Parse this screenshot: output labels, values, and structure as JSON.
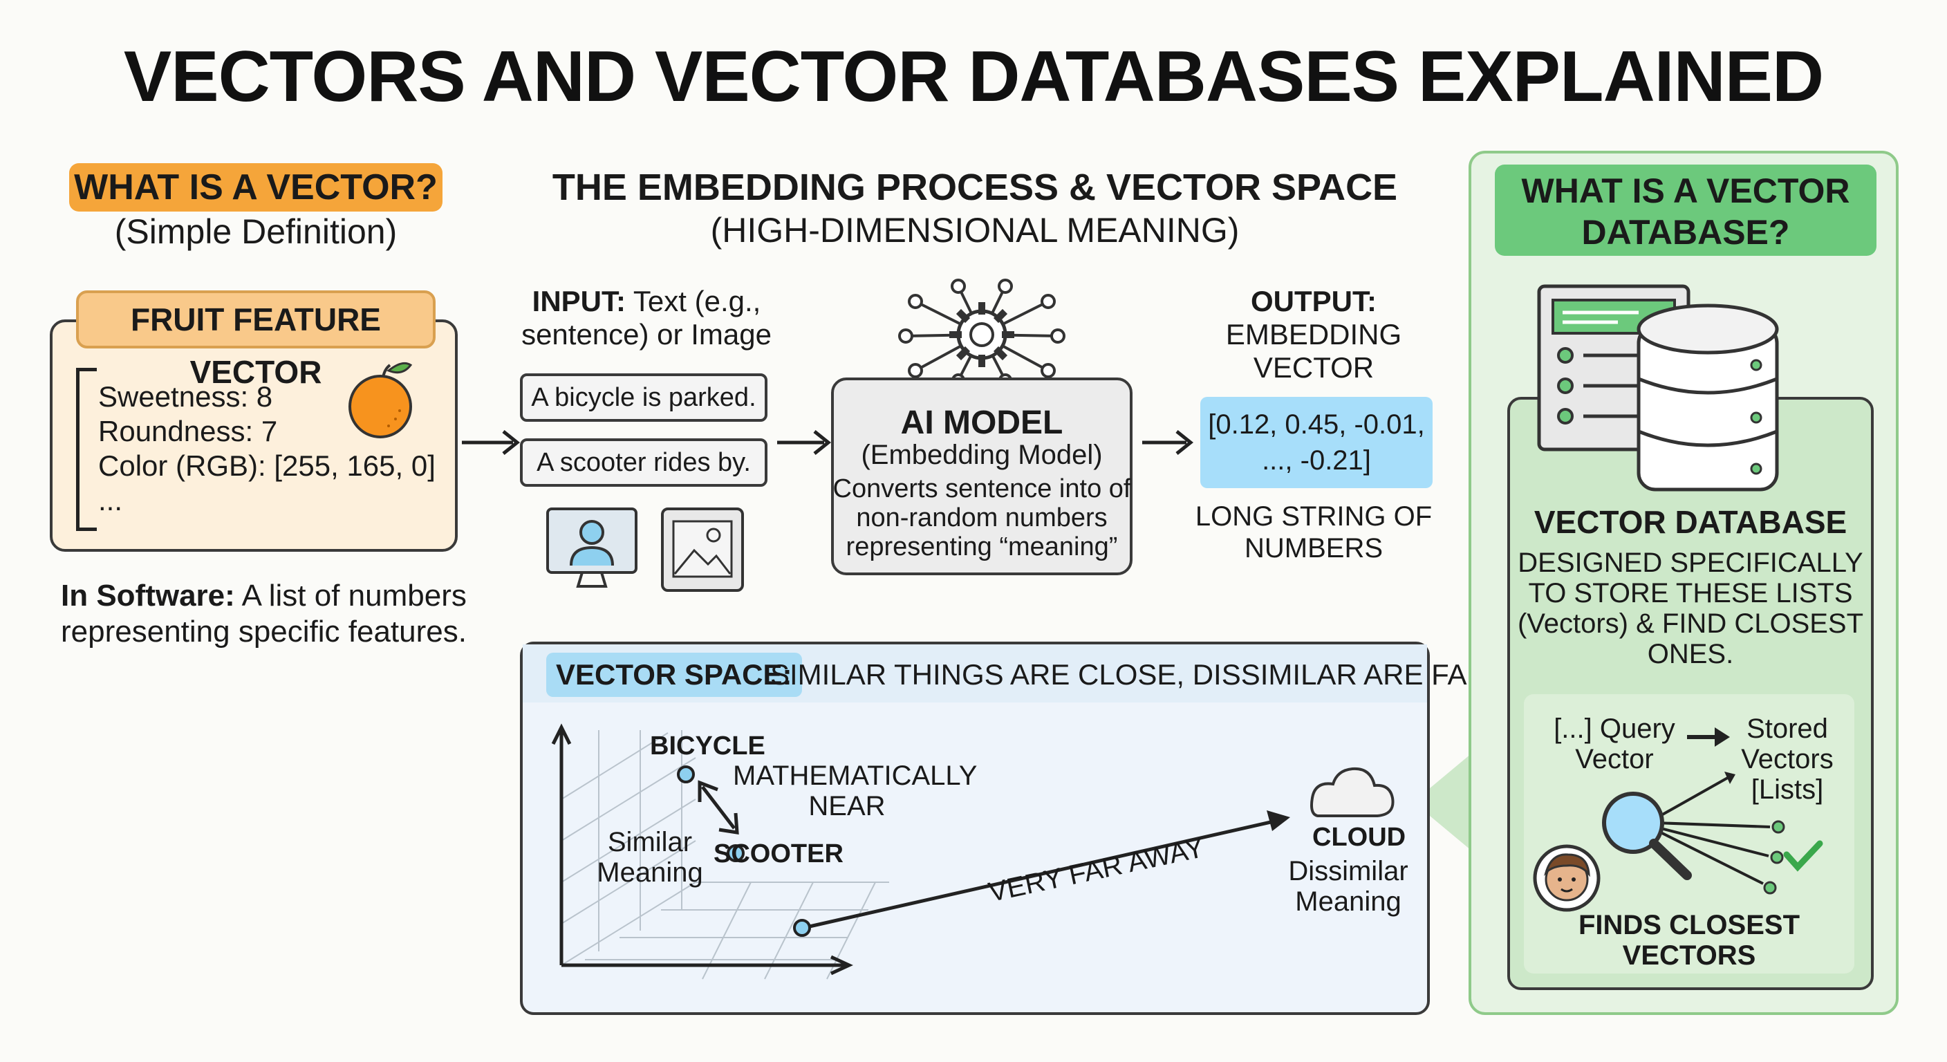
{
  "title": "VECTORS AND VECTOR DATABASES EXPLAINED",
  "vector_section": {
    "heading": "WHAT IS A VECTOR?",
    "subheading": "(Simple Definition)",
    "card_title": "FRUIT FEATURE VECTOR",
    "features": [
      "Sweetness: 8",
      "Roundness: 7",
      "Color (RGB): [255, 165, 0]",
      "..."
    ],
    "note_bold": "In Software:",
    "note_text": " A list of numbers representing specific features."
  },
  "embedding_section": {
    "heading": "THE EMBEDDING PROCESS & VECTOR SPACE",
    "subheading": "(HIGH-DIMENSIONAL MEANING)",
    "input_bold": "INPUT:",
    "input_text": " Text (e.g., sentence) or Image",
    "sentences": [
      "A bicycle is parked.",
      "A scooter rides by."
    ],
    "model_title": "AI MODEL",
    "model_subtitle": "(Embedding Model)",
    "model_desc": "Converts sentence into of non-random numbers representing “meaning”",
    "output_bold": "OUTPUT:",
    "output_text": "EMBEDDING VECTOR",
    "embedding_values": "[0.12, 0.45, -0.01, ..., -0.21]",
    "output_note": "LONG STRING OF NUMBERS"
  },
  "vector_space": {
    "label": "VECTOR SPACE:",
    "caption": "SIMILAR THINGS ARE CLOSE, DISSIMILAR ARE FAR",
    "bicycle": "BICYCLE",
    "scooter": "SCOOTER",
    "near_label": "MATHEMATICALLY NEAR",
    "similar_label": "Similar Meaning",
    "far_label": "VERY FAR AWAY",
    "cloud": "CLOUD",
    "dissimilar_label": "Dissimilar Meaning"
  },
  "database_section": {
    "heading": "WHAT IS A VECTOR DATABASE?",
    "db_title": "VECTOR DATABASE",
    "db_desc": "DESIGNED SPECIFICALLY TO STORE THESE LISTS (Vectors) & FIND CLOSEST ONES.",
    "query_label": "[...] Query Vector",
    "stored_label": "Stored Vectors [Lists]",
    "finds_label": "FINDS CLOSEST VECTORS"
  },
  "colors": {
    "orange": "#f5a53a",
    "light_orange": "#fdf0dc",
    "blue": "#a7defa",
    "green": "#6cc97c",
    "light_green": "#e6f3e3",
    "point_blue": "#8ed0ef"
  }
}
